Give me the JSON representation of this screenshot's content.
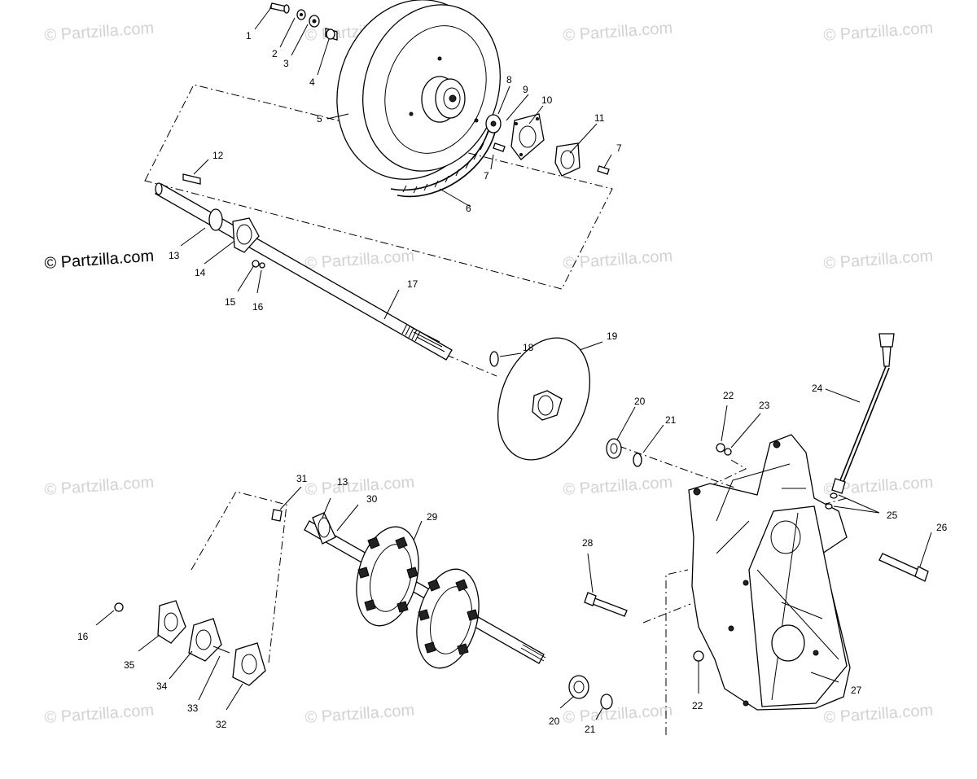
{
  "watermarks": {
    "faint": "© Partzilla.com",
    "main": "© Partzilla.com"
  },
  "callouts": {
    "c1": "1",
    "c2": "2",
    "c3": "3",
    "c4": "4",
    "c5": "5",
    "c6": "6",
    "c7a": "7",
    "c7b": "7",
    "c8": "8",
    "c9": "9",
    "c10": "10",
    "c11": "11",
    "c12": "12",
    "c13a": "13",
    "c13b": "13",
    "c14": "14",
    "c15": "15",
    "c16a": "16",
    "c16b": "16",
    "c17": "17",
    "c18": "18",
    "c19": "19",
    "c20a": "20",
    "c20b": "20",
    "c21a": "21",
    "c21b": "21",
    "c22a": "22",
    "c22b": "22",
    "c23": "23",
    "c24": "24",
    "c25": "25",
    "c26": "26",
    "c27": "27",
    "c28": "28",
    "c29": "29",
    "c30": "30",
    "c31": "31",
    "c32": "32",
    "c33": "33",
    "c34": "34",
    "c35": "35"
  }
}
